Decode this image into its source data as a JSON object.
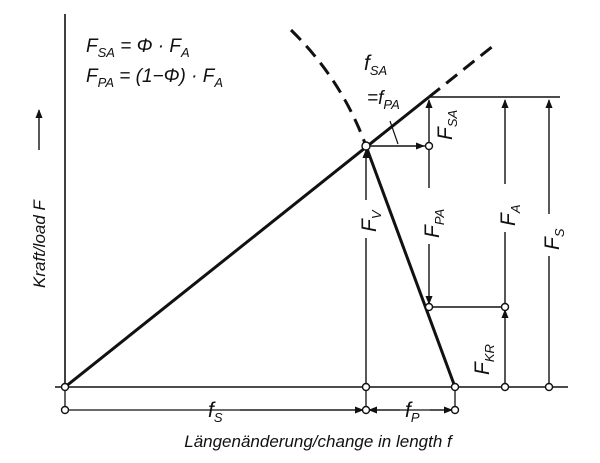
{
  "formulas": {
    "line1": {
      "main": "F",
      "sub": "SA",
      "rest": " = Φ · F",
      "sub2": "A"
    },
    "line2": {
      "main": "F",
      "sub": "PA",
      "rest": " = (1−Φ) · F",
      "sub2": "A"
    }
  },
  "axes": {
    "y_title": "Kraft/load F",
    "x_title": "Längenänderung/change in length f"
  },
  "labels": {
    "f_SA": {
      "main": "f",
      "sub": "SA"
    },
    "eq_f_PA": {
      "main": "=f",
      "sub": "PA"
    },
    "F_SA": {
      "main": "F",
      "sub": "SA"
    },
    "F_PA": {
      "main": "F",
      "sub": "PA"
    },
    "F_A": {
      "main": "F",
      "sub": "A"
    },
    "F_S": {
      "main": "F",
      "sub": "S"
    },
    "F_V": {
      "main": "F",
      "sub": "V"
    },
    "F_KR": {
      "main": "F",
      "sub": "KR"
    },
    "f_S": {
      "main": "f",
      "sub": "S"
    },
    "f_P": {
      "main": "f",
      "sub": "P"
    }
  }
}
